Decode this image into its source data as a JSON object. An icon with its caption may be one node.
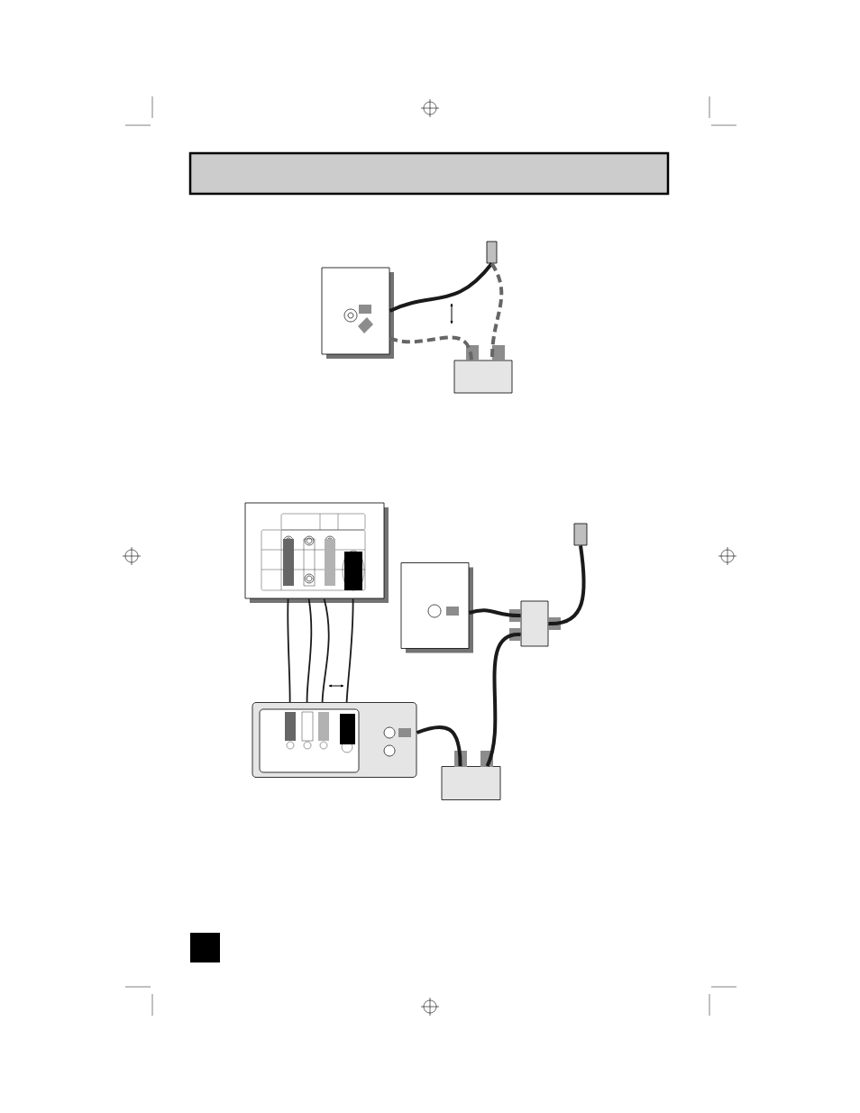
{
  "diagram": {
    "nodes": [
      {
        "text": [],
        "shape": "box"
      },
      {
        "text": [],
        "shape": "box"
      },
      {
        "text": [],
        "shape": "box"
      },
      {
        "text": [],
        "shape": "box"
      },
      {
        "text": [],
        "shape": "box"
      },
      {
        "text": [],
        "shape": "box"
      },
      {
        "text": [],
        "shape": "box"
      },
      {
        "text": [],
        "shape": "box"
      },
      {
        "text": [],
        "shape": "box"
      }
    ],
    "edges": [
      {
        "from": 0,
        "to": 1,
        "arrow": "none"
      },
      {
        "from": 0,
        "to": 2,
        "arrow": "none",
        "style": "dashed",
        "color": "#666666"
      },
      {
        "from": 1,
        "to": 2,
        "arrow": "none",
        "style": "dashed",
        "color": "#666666"
      },
      {
        "from": 3,
        "to": 4,
        "arrow": "none"
      },
      {
        "from": 3,
        "to": 4,
        "arrow": "none"
      },
      {
        "from": 3,
        "to": 4,
        "arrow": "none"
      },
      {
        "from": 3,
        "to": 4,
        "arrow": "none"
      },
      {
        "from": 5,
        "to": 6,
        "arrow": "none"
      },
      {
        "from": 7,
        "to": 6,
        "arrow": "none"
      },
      {
        "from": 6,
        "to": 8,
        "arrow": "none"
      },
      {
        "from": 4,
        "to": 8,
        "arrow": "none"
      }
    ]
  }
}
